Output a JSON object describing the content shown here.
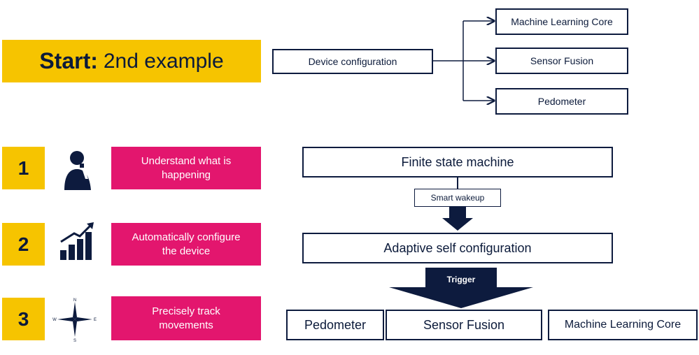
{
  "header": {
    "title_bold": "Start:",
    "title_rest": "2nd example"
  },
  "top_diagram": {
    "device_configuration": "Device configuration",
    "machine_learning_core": "Machine Learning Core",
    "sensor_fusion": "Sensor Fusion",
    "pedometer": "Pedometer"
  },
  "steps": [
    {
      "number": "1",
      "icon": "thinking-person-icon",
      "text_line1": "Understand  what is",
      "text_line2": "happening"
    },
    {
      "number": "2",
      "icon": "growth-chart-icon",
      "text_line1": "Automatically  configure",
      "text_line2": "the device"
    },
    {
      "number": "3",
      "icon": "compass-icon",
      "text_line1": "Precisely track",
      "text_line2": "movements"
    }
  ],
  "compass": {
    "n": "N",
    "s": "S",
    "e": "E",
    "w": "W"
  },
  "flow": {
    "finite_state_machine": "Finite state machine",
    "smart_wakeup": "Smart wakeup",
    "adaptive_self_configuration": "Adaptive self configuration",
    "trigger": "Trigger",
    "pedometer": "Pedometer",
    "sensor_fusion": "Sensor Fusion",
    "machine_learning_core": "Machine Learning Core"
  },
  "colors": {
    "yellow": "#f6c400",
    "pink": "#e3166e",
    "navy": "#0d1b3e"
  }
}
